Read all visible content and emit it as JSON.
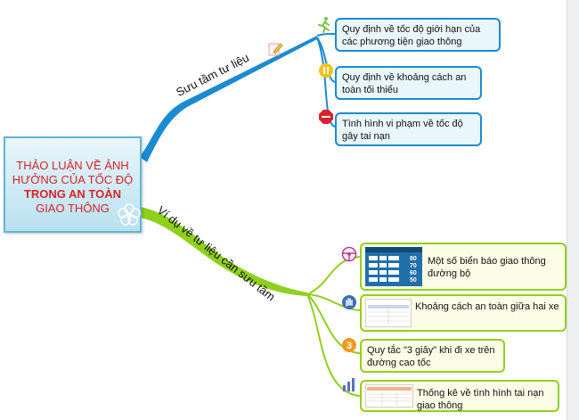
{
  "central": {
    "line1": "THẢO LUẬN VỀ ẢNH",
    "line2": "HƯỞNG CỦA TỐC ĐỘ",
    "line3": "TRONG AN TOÀN",
    "line4": "GIAO THÔNG"
  },
  "branch_top": {
    "label": "Sưu tầm tư liệu",
    "children": [
      {
        "text": "Quy định về tốc độ giới hạn của các phương tiện giao thông",
        "icon": "running-man-icon"
      },
      {
        "text": "Quy định về khoảng cách an toàn tối thiểu",
        "icon": "pause-icon"
      },
      {
        "text": "Tình hình vi phạm về tốc độ gây tai nạn",
        "icon": "stop-sign-icon"
      }
    ]
  },
  "branch_bottom": {
    "label": "Ví dụ về tư liệu cần sưu tầm",
    "children": [
      {
        "text": "Một số biển báo giao thông đường bộ",
        "icon": "steering-wheel-icon"
      },
      {
        "text": "Khoảng cách an toàn giữa hai xe",
        "icon": "hand-icon"
      },
      {
        "text": "Quy tắc \"3 giây\" khi đi xe trên đường cao tốc",
        "icon": "number-3-icon"
      },
      {
        "text": "Thống kê về tình hình tai nạn giao thông",
        "icon": "bar-chart-icon"
      }
    ]
  },
  "speed_sign_values": [
    "80",
    "70",
    "60",
    "50"
  ],
  "colors": {
    "top_branch": "#1a8bd1",
    "bottom_branch": "#8fd01c",
    "central_text": "#d8232a"
  }
}
